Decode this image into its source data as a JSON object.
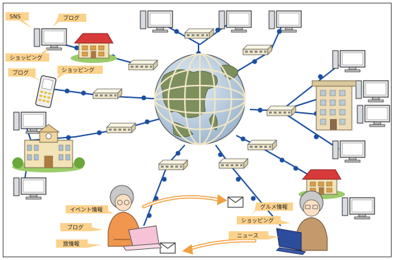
{
  "labels": {
    "sns": "SNS",
    "blog_top": "ブログ",
    "shopping_top": "ショッピング",
    "blog_phone": "ブログ",
    "shopping_phone": "ショッピング",
    "event_info": "イベント情報",
    "blog_woman": "ブログ",
    "travel_info": "旅情報",
    "gourmet_info": "グルメ情報",
    "shopping_man": "ショッピング",
    "news": "ニュース"
  },
  "colors": {
    "bubble": "#fbd28c",
    "network_line": "#1b4fa0",
    "node": "#1b4fa0",
    "hub": "#f3edd2",
    "arrow": "#f0a040",
    "house_roof": "#d83a3a",
    "building": "#f3e3b8",
    "globe_land": "#7d8f5c",
    "globe_sea": "#c2d3e3"
  },
  "icons": [
    "globe-icon",
    "computer-icon",
    "hub-icon",
    "house-icon",
    "school-icon",
    "office-building-icon",
    "smartphone-icon",
    "envelope-icon",
    "laptop-icon",
    "person-icon"
  ]
}
